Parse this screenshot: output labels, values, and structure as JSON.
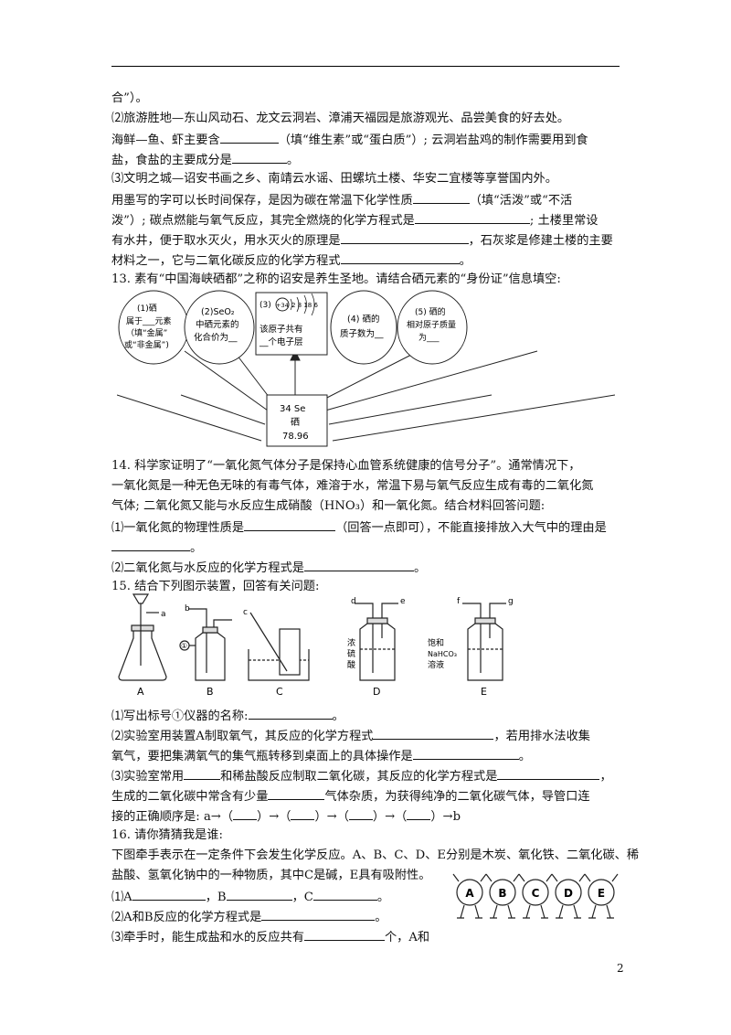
{
  "page_number": "2",
  "lines": {
    "l01": "合”）。",
    "l02": "⑵旅游胜地—东山风动石、龙文云洞岩、漳浦天福园是旅游观光、品尝美食的好去处。",
    "l03a": "海鲜—鱼、虾主要含",
    "l03b": "（填“维生素”或“蛋白质”）; 云洞岩盐鸡的制作需要用到食",
    "l04a": "盐，食盐的主要成分是",
    "l04b": "。",
    "l05": "⑶文明之城—诏安书画之乡、南靖云水谣、田螺坑土楼、华安二宜楼等享誉国内外。",
    "l06a": "用墨写的字可以长时间保存，是因为碳在常温下化学性质",
    "l06b": "（填“活泼”或“不活",
    "l07a": "泼”）; 碳点燃能与氧气反应，其完全燃烧的化学方程式是",
    "l07b": "; 土楼里常设",
    "l08a": "有水井，便于取水灭火，用水灭火的原理是",
    "l08b": "，石灰浆是修建土楼的主要",
    "l09a": "材料之一，它与二氧化碳反应的化学方程式",
    "l09b": "。",
    "l10": "13. 素有“中国海峡硒都”之称的诏安是养生圣地。请结合硒元素的“身份证”信息填空:",
    "l11": "14. 科学家证明了“一氧化氮气体分子是保持心血管系统健康的信号分子”。通常情况下，",
    "l12": "一氧化氮是一种无色无味的有毒气体，难溶于水，常温下易与氧气反应生成有毒的二氧化氮",
    "l13": "气体; 二氧化氮又能与水反应生成硝酸（HNO₃）和一氧化氮。结合材料回答问题:",
    "l14a": "⑴一氧化氮的物理性质是",
    "l14b": "（回答一点即可），不能直接排放入大气中的理由是",
    "l15": "。",
    "l16a": "⑵二氧化氮与水反应的化学方程式是",
    "l16b": "。",
    "l17": "15. 结合下列图示装置，回答有关问题:",
    "l18a": "⑴写出标号①仪器的名称:",
    "l18b": "。",
    "l19a": "⑵实验室用装置A制取氧气，其反应的化学方程式",
    "l19b": "，若用排水法收集",
    "l20a": "氧气，要把集满氧气的集气瓶转移到桌面上的具体操作是",
    "l20b": "。",
    "l21a": "⑶实验室常用",
    "l21b": "和稀盐酸反应制取二氧化碳，其反应的化学方程式是",
    "l21c": "，",
    "l22a": "生成的二氧化碳中常含有少量",
    "l22b": "气体杂质，为获得纯净的二氧化碳气体，导管口连",
    "l23a": "接的正确顺序是: a→（",
    "l23b": "）→（",
    "l23c": "）→（",
    "l23d": "）→（",
    "l23e": "）→b",
    "l24": "16. 请你猜猜我是谁:",
    "l25": "下图牵手表示在一定条件下会发生化学反应。A、B、C、D、E分别是木炭、氧化铁、二氧化碳、稀",
    "l26": "盐酸、氢氧化钠中的一种物质，其中C是碱，E具有吸附性。",
    "l27a": "⑴A",
    "l27b": "，B",
    "l27c": "，C",
    "l27d": "。",
    "l28a": "⑵A和B反应的化学方程式是",
    "l28b": "。",
    "l29a": "⑶牵手时，能生成盐和水的反应共有",
    "l29b": "个，A和"
  },
  "selenium_figure": {
    "c1": [
      "(1)硒",
      "属于___元素",
      "（填“金属”",
      "或“非金属”)"
    ],
    "c2": [
      "(2)SeO₂",
      "中硒元素的",
      "化合价为__"
    ],
    "c3_diagram": [
      "(3)",
      "+34",
      "2 8 18 6"
    ],
    "c3_text": [
      "该原子共有",
      "__个电子层"
    ],
    "c4": [
      "(4) 硒的",
      "质子数为__"
    ],
    "c5": [
      "(5) 硒的",
      "相对原子质量",
      "为___"
    ],
    "cell": [
      "34  Se",
      "硒",
      "78.96"
    ]
  },
  "apparatus_figure": {
    "labels": [
      "a",
      "b",
      "①",
      "c",
      "d",
      "e",
      "f",
      "g"
    ],
    "d_text": [
      "浓",
      "硫",
      "酸"
    ],
    "e_text": [
      "饱和",
      "NaHCO₃",
      "溶液"
    ],
    "captions": [
      "A",
      "B",
      "C",
      "D",
      "E"
    ]
  },
  "handshake_figure": {
    "labels": [
      "A",
      "B",
      "C",
      "D",
      "E"
    ]
  }
}
